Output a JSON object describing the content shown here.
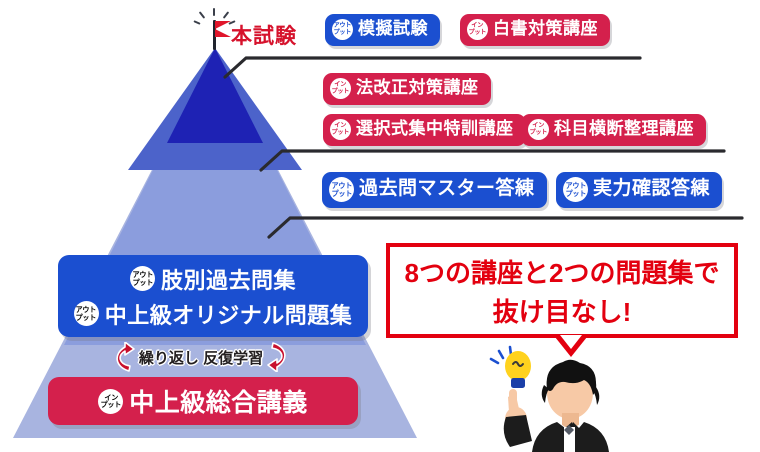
{
  "theme": {
    "output_color": "#1b4fd0",
    "input_color": "#d4204c",
    "callout_red": "#e3000f",
    "exam_red": "#d6122c",
    "pyramid_top": "#1e22b4",
    "pyramid_mid": "#4c63ca",
    "pyramid_low": "#8b9ddd",
    "pyramid_base": "#a8b4e0"
  },
  "badges": {
    "output": {
      "line1": "アウト",
      "line2": "プット"
    },
    "input": {
      "line1": "イン",
      "line2": "プット"
    }
  },
  "goal": {
    "label": "本試験",
    "icon": "flag-icon"
  },
  "tiers": [
    {
      "level": 1,
      "items": [
        {
          "label": "模擬試験",
          "type": "output"
        },
        {
          "label": "白書対策講座",
          "type": "input"
        }
      ]
    },
    {
      "level": 2,
      "items": [
        {
          "label": "法改正対策講座",
          "type": "input"
        },
        {
          "label": "選択式集中特訓講座",
          "type": "input"
        },
        {
          "label": "科目横断整理講座",
          "type": "input"
        }
      ]
    },
    {
      "level": 3,
      "items": [
        {
          "label": "過去問マスター答練",
          "type": "output"
        },
        {
          "label": "実力確認答練",
          "type": "output"
        }
      ]
    }
  ],
  "workbook_box": {
    "type": "output",
    "lines": [
      {
        "label": "肢別過去問集"
      },
      {
        "label": "中上級オリジナル問題集"
      }
    ]
  },
  "repeat_row": {
    "label": "繰り返し 反復学習",
    "left_icon": "curved-arrow-up-icon",
    "right_icon": "curved-arrow-down-icon"
  },
  "foundation_box": {
    "type": "input",
    "label": "中上級総合講義"
  },
  "callout": {
    "line1": "8つの講座と2つの問題集で",
    "line2": "抜け目なし!"
  },
  "illustration": {
    "name": "person-with-lightbulb",
    "bulb": "lightbulb-icon"
  }
}
